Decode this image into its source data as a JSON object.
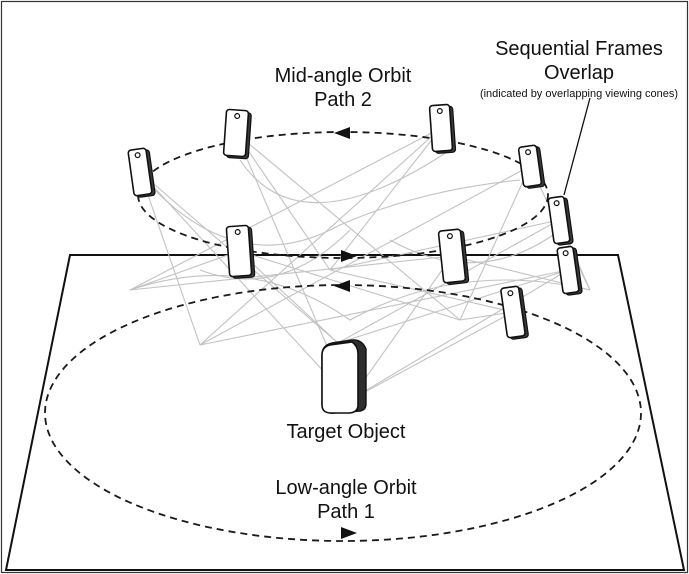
{
  "labels": {
    "mid_orbit_line1": "Mid-angle Orbit",
    "mid_orbit_line2": "Path 2",
    "overlap_line1": "Sequential Frames",
    "overlap_line2": "Overlap",
    "overlap_note": "(indicated by overlapping viewing cones)",
    "target": "Target Object",
    "low_orbit_line1": "Low-angle Orbit",
    "low_orbit_line2": "Path 1"
  },
  "colors": {
    "ink": "#111111",
    "cone": "#c2c2c2",
    "background": "#ffffff"
  },
  "icons": {
    "camera": "smartphone-icon",
    "target": "box-icon",
    "direction": "arrow-left-icon"
  }
}
